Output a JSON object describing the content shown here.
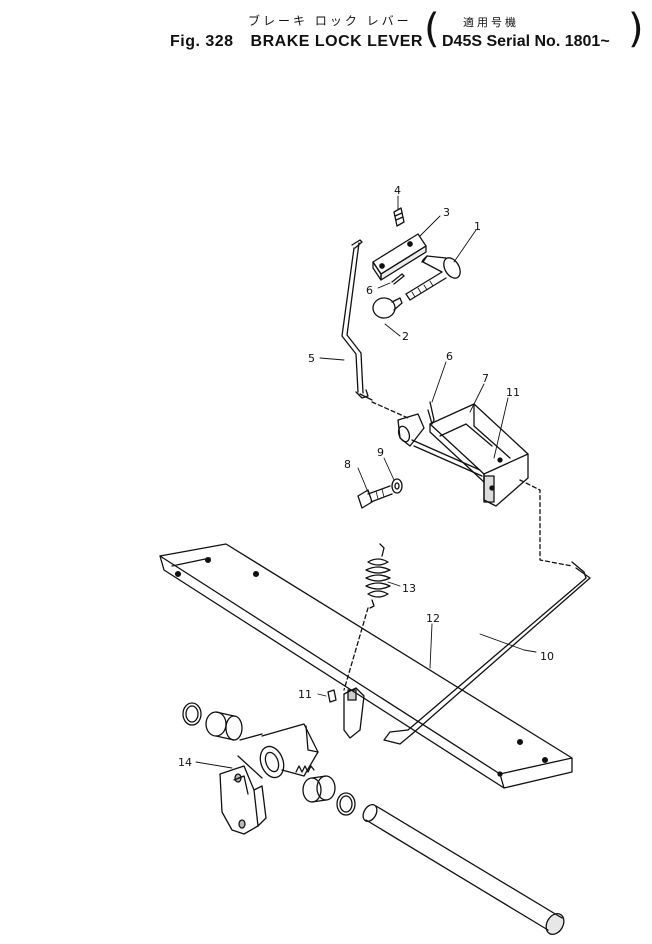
{
  "header": {
    "jp_title": "ブレーキ ロック レバー",
    "fig_number": "Fig. 328",
    "title": "BRAKE LOCK LEVER",
    "jp_applicable": "適用号機",
    "serial": "D45S Serial No. 1801~"
  },
  "callouts": [
    {
      "id": "c1",
      "label": "1"
    },
    {
      "id": "c2",
      "label": "2"
    },
    {
      "id": "c3",
      "label": "3"
    },
    {
      "id": "c4",
      "label": "4"
    },
    {
      "id": "c5",
      "label": "5"
    },
    {
      "id": "c6a",
      "label": "6"
    },
    {
      "id": "c6b",
      "label": "6"
    },
    {
      "id": "c7",
      "label": "7"
    },
    {
      "id": "c8",
      "label": "8"
    },
    {
      "id": "c9",
      "label": "9"
    },
    {
      "id": "c10",
      "label": "10"
    },
    {
      "id": "c11a",
      "label": "11"
    },
    {
      "id": "c11b",
      "label": "11"
    },
    {
      "id": "c12",
      "label": "12"
    },
    {
      "id": "c13",
      "label": "13"
    },
    {
      "id": "c14",
      "label": "14"
    }
  ]
}
